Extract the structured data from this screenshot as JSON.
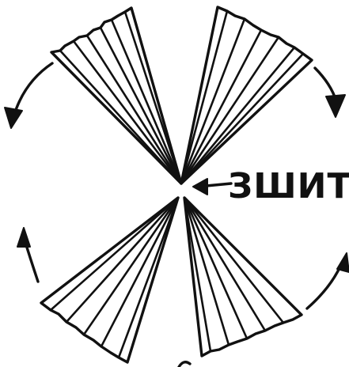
{
  "diagram": {
    "label_text": "ЗШИТИ",
    "ink_color": "#111111",
    "background_color": "#ffffff",
    "fans": [
      {
        "name": "top-left-fan"
      },
      {
        "name": "top-right-fan"
      },
      {
        "name": "bottom-left-fan"
      },
      {
        "name": "bottom-right-fan"
      }
    ],
    "rotation_arrows": [
      {
        "name": "top-left-rotation-arrow",
        "direction": "counterclockwise"
      },
      {
        "name": "top-right-rotation-arrow",
        "direction": "clockwise"
      },
      {
        "name": "bottom-left-rotation-arrow",
        "direction": "up"
      },
      {
        "name": "bottom-right-rotation-arrow",
        "direction": "up"
      }
    ]
  }
}
